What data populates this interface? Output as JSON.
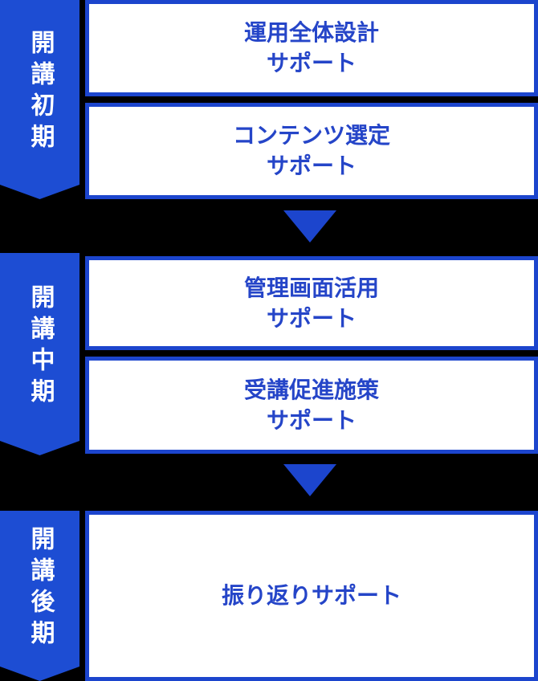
{
  "diagram": {
    "description": "course-operation support flow by phase",
    "background_color": "#000000"
  },
  "colors": {
    "ribbon_blue": "#1d4dd3",
    "box_border_blue": "#1c45cd",
    "box_text_blue": "#2545c8",
    "arrow_blue": "#1c45cd",
    "box_background": "#ffffff",
    "ribbon_text": "#ffffff"
  },
  "phases": [
    {
      "label": "開講初期"
    },
    {
      "label": "開講中期"
    },
    {
      "label": "開講後期"
    }
  ],
  "boxes": [
    {
      "label": "運用全体設計\nサポート"
    },
    {
      "label": "コンテンツ選定\nサポート"
    },
    {
      "label": "管理画面活用\nサポート"
    },
    {
      "label": "受講促進施策\nサポート"
    },
    {
      "label": "振り返りサポート"
    }
  ],
  "icons": {
    "down_arrow": "down-triangle"
  }
}
